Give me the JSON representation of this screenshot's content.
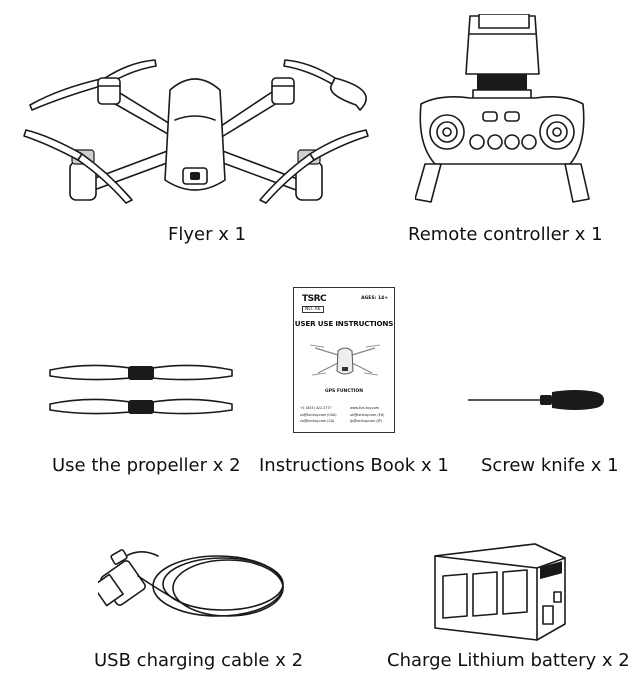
{
  "items": {
    "flyer": {
      "caption": "Flyer x 1",
      "icon": "drone-icon"
    },
    "remote": {
      "caption": "Remote controller x 1",
      "icon": "remote-controller-icon"
    },
    "propeller": {
      "caption": "Use the propeller x 2",
      "icon": "propeller-icon"
    },
    "book": {
      "caption": "Instructions Book x 1",
      "icon": "instruction-book-icon"
    },
    "screwdriver": {
      "caption": "Screw knife x 1",
      "icon": "screwdriver-icon"
    },
    "cable": {
      "caption": "USB charging cable x 2",
      "icon": "usb-cable-icon"
    },
    "battery": {
      "caption": "Charge Lithium battery x 2",
      "icon": "battery-icon"
    }
  },
  "book_cover": {
    "brand": "TSRC",
    "age": "AGES: 14+",
    "model": "NO. A6",
    "title": "USER USE INSTRUCTIONS",
    "function": "GPS FUNCTION",
    "contact_1": "+1 (833) 422-3777",
    "contact_2": "www.tsrc-toy.com",
    "contact_3": "us@tsrctoy.com (USA)",
    "contact_4": "ca@tsrctoy.com (CA)",
    "contact_5": "uk@tsrctoy.com (EU)",
    "contact_6": "jp@tsrctoy.com (JP)"
  }
}
